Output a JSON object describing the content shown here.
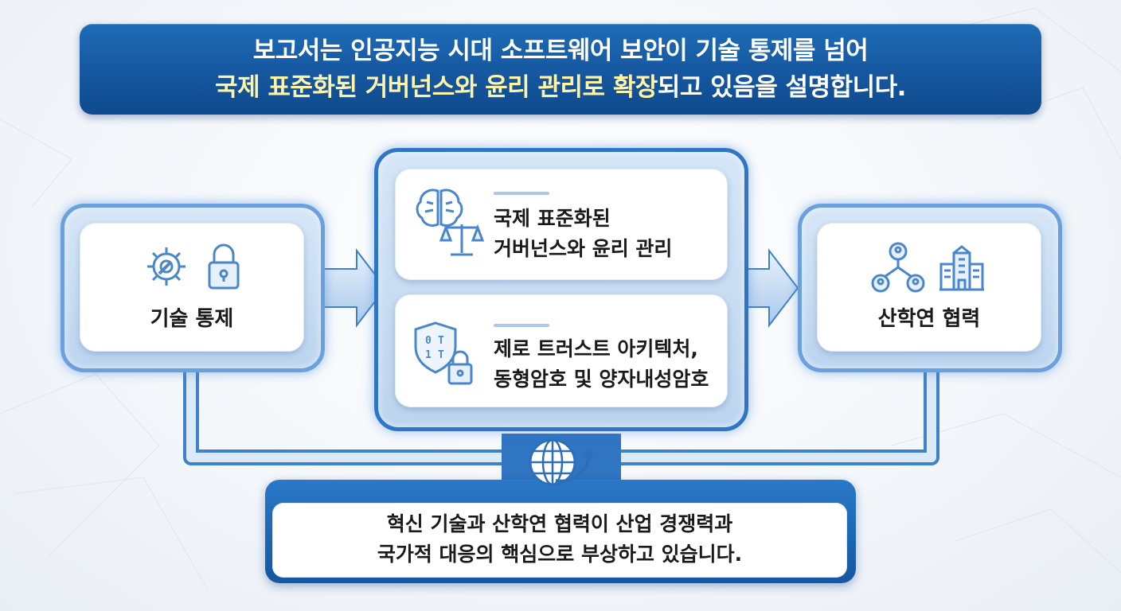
{
  "header": {
    "line1": "보고서는 인공지능 시대 소프트웨어 보안이 기술 통제를 넘어",
    "line2_highlight": "국제 표준화된 거버넌스와 윤리 관리로 확장",
    "line2_rest": "되고 있음을 설명합니다."
  },
  "left": {
    "label": "기술 통제"
  },
  "center_top": {
    "line1": "국제 표준화된",
    "line2": "거버넌스와 윤리 관리"
  },
  "center_bottom": {
    "line1": "제로 트러스트 아키텍처,",
    "line2": "동형암호 및 양자내성암호"
  },
  "right": {
    "label": "산학연 협력"
  },
  "footer": {
    "line1": "혁신 기술과 산학연 협력이 산업 경쟁력과",
    "line2": "국가적 대응의 핵심으로 부상하고 있습니다."
  },
  "colors": {
    "primary": "#1557a0",
    "accent": "#2e75c4",
    "highlight": "#fff3a6",
    "icon": "#4a87c9"
  },
  "icons": [
    "gear-wrench-icon",
    "padlock-icon",
    "brain-icon",
    "scales-icon",
    "binary-shield-icon",
    "padlock-icon",
    "network-people-icon",
    "building-icon",
    "globe-arrow-icon"
  ]
}
